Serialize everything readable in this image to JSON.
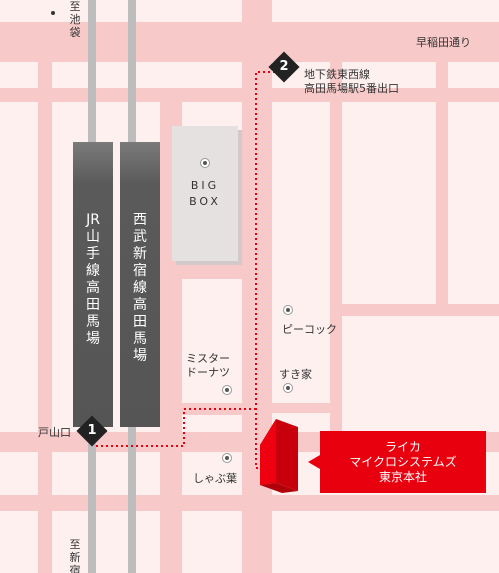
{
  "roads": {
    "waseda_dori": "早稲田通り",
    "toyamaguchi": "戸山口",
    "to_ikebukuro": "至池袋",
    "to_shinjuku": "至新宿"
  },
  "stations": {
    "jr": "JR山手線 高田馬場",
    "seibu": "西武新宿線 高田馬場"
  },
  "landmarks": {
    "bigbox": "BIG\nBOX",
    "peacock": "ピーコック",
    "sukiya": "すき家",
    "misterdonut": "ミスタードーナツ",
    "shabuyo": "しゃぶ葉"
  },
  "markers": {
    "m1": "1",
    "m2": "2",
    "exit2_line1": "地下鉄東西線",
    "exit2_line2": "高田馬場駅5番出口"
  },
  "destination": {
    "line1": "ライカ",
    "line2": "マイクロシステムズ",
    "line3": "東京本社"
  },
  "colors": {
    "road": "#f8c9c9",
    "route": "#e8000f",
    "destination": "#e8000f",
    "station": "#5a5a5a"
  }
}
